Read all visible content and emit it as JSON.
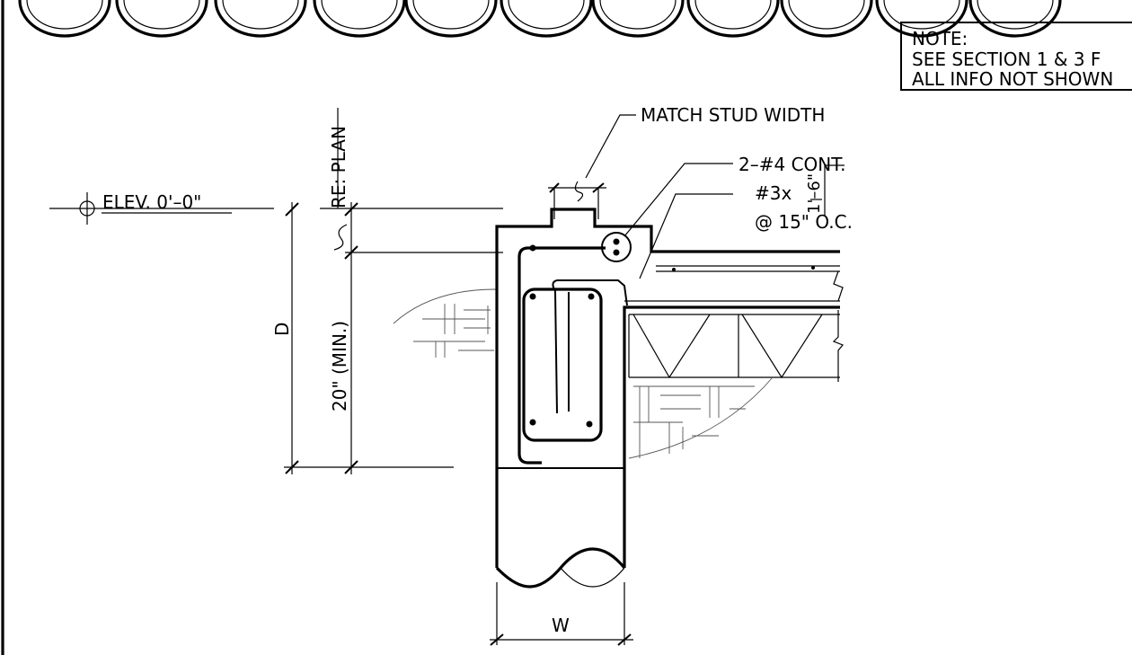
{
  "note": {
    "heading": "NOTE:",
    "line1": "SEE SECTION 1 & 3 F",
    "line2": "ALL INFO NOT SHOWN"
  },
  "labels": {
    "elevation": "ELEV. 0'–0\"",
    "re_plan": "RE: PLAN",
    "match_stud_width": "MATCH STUD WIDTH",
    "cont_bars": "2–#4 CONT.",
    "stirrup_size": "#3x",
    "stirrup_length": "1'–6\"",
    "stirrup_spacing": "@ 15\" O.C.",
    "depth": "D",
    "min_depth": "20\" (MIN.)",
    "width": "W"
  }
}
